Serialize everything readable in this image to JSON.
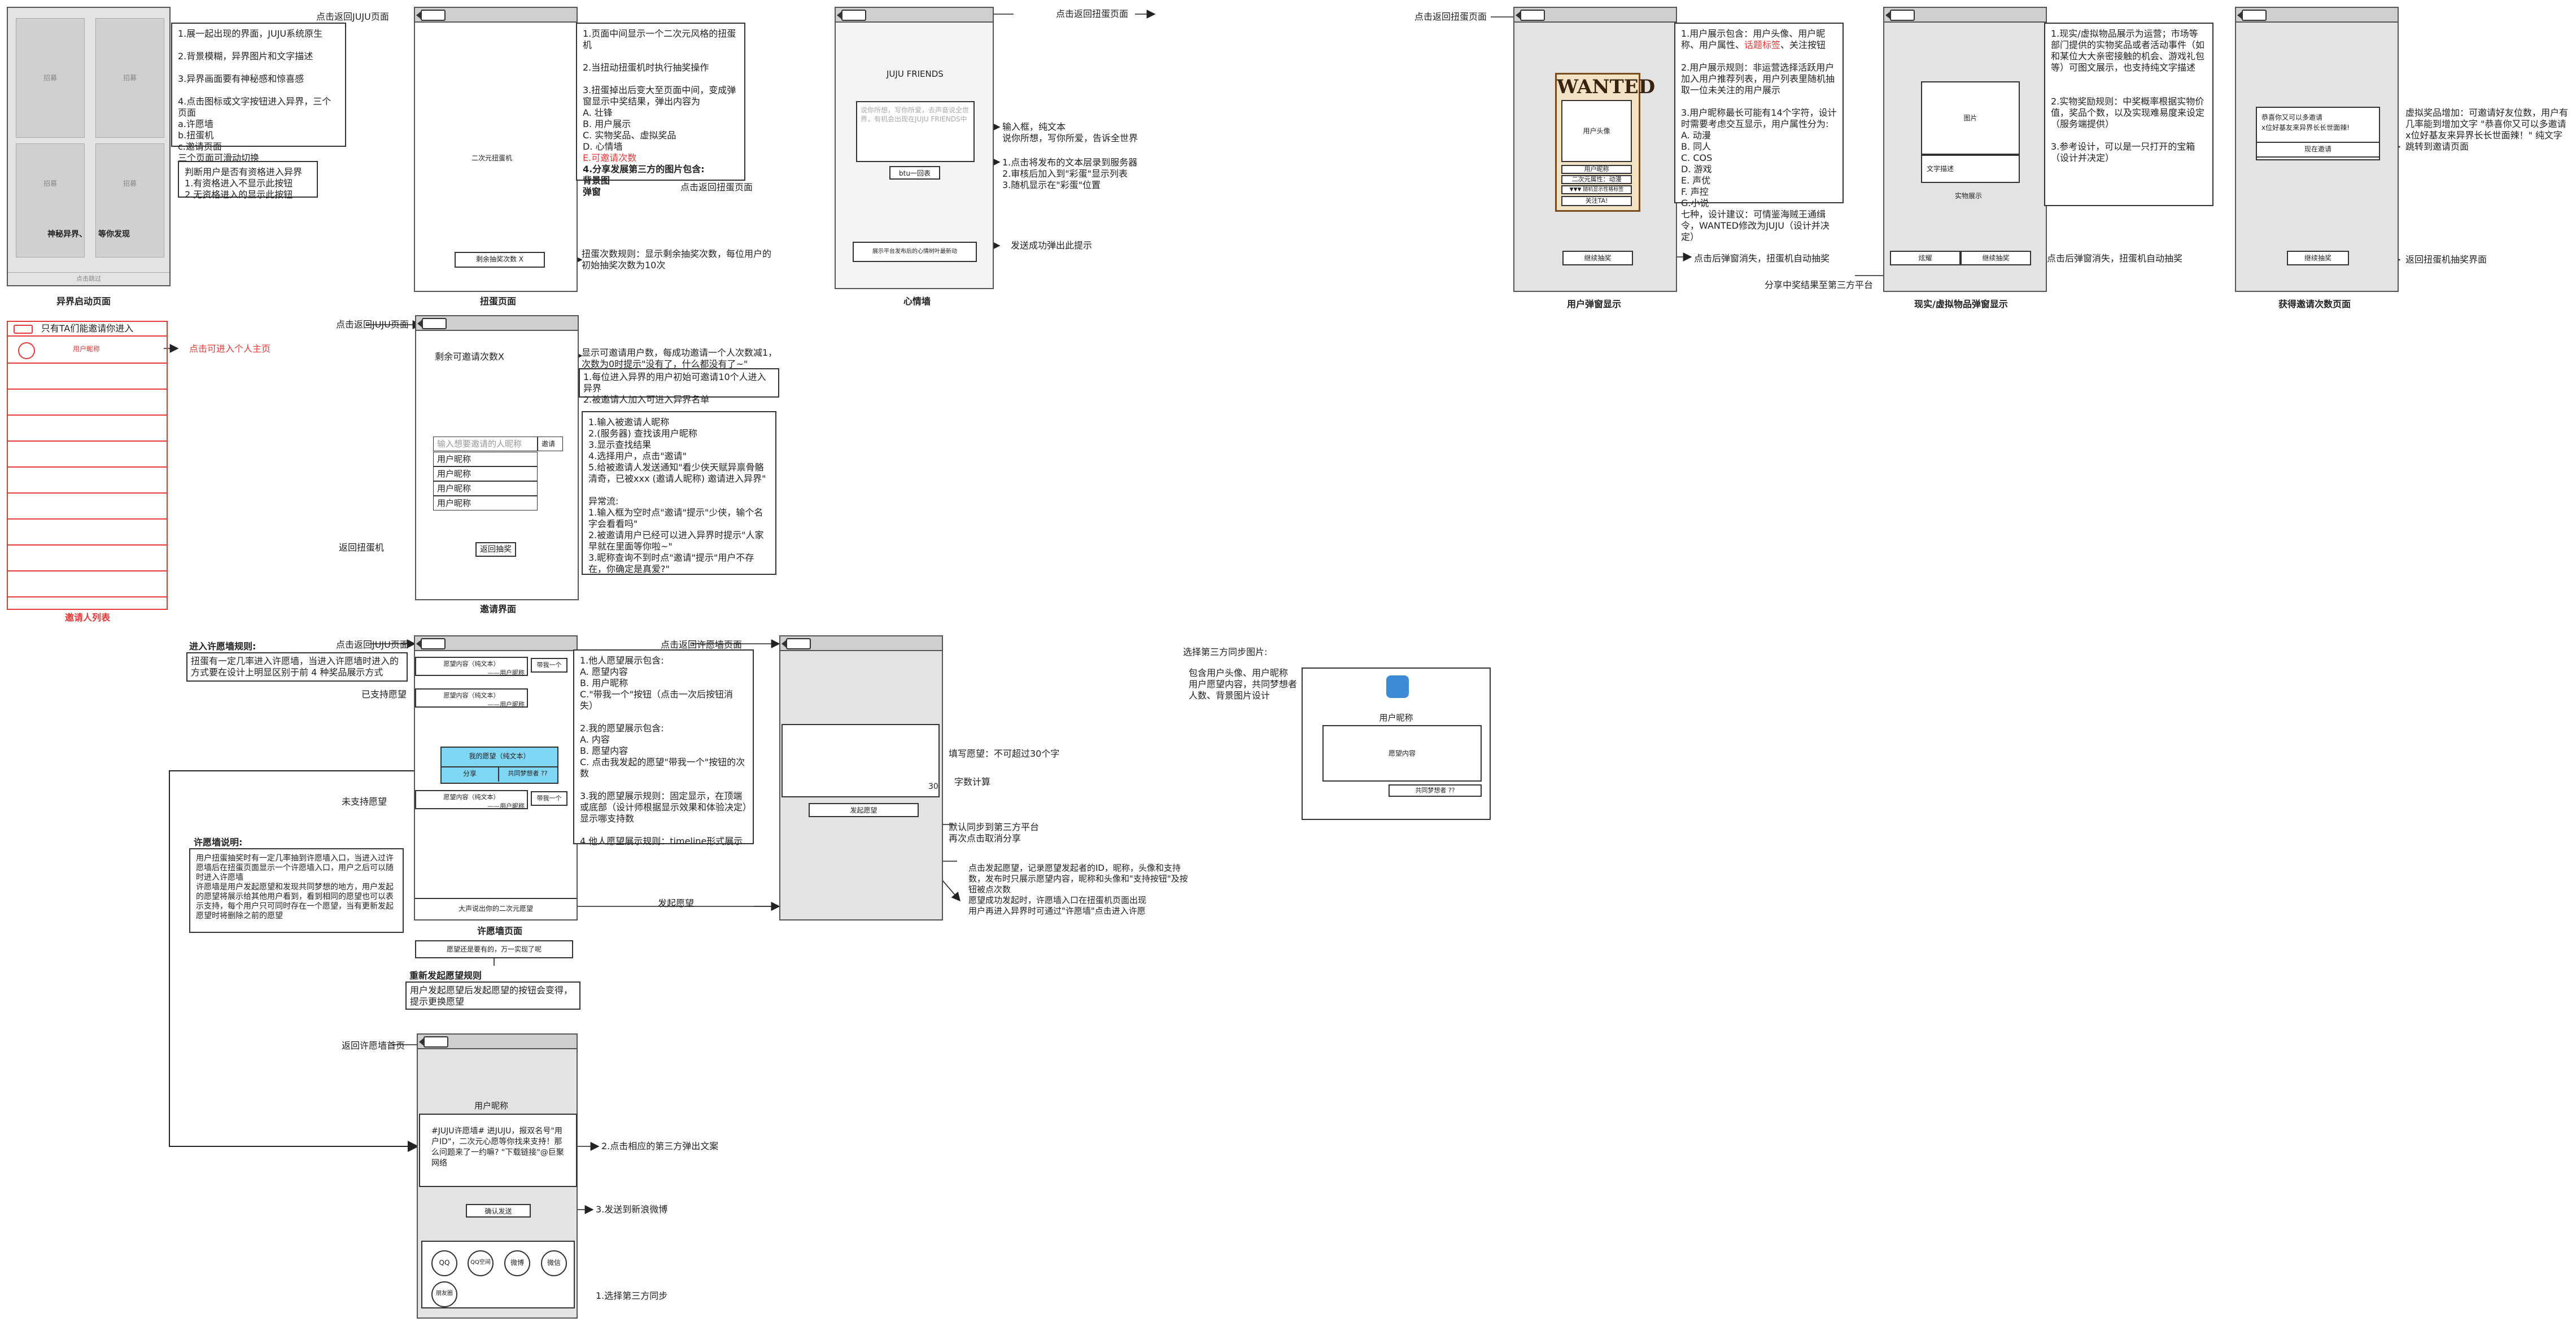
{
  "startup": {
    "tiles": [
      "招募",
      "招募",
      "招募",
      "招募"
    ],
    "tile_bottom_labels": [
      "神秘异界、",
      "等你发现"
    ],
    "footer": "点击跳过",
    "caption": "异界启动页面",
    "note1": "1.展一起出现的界面，JUJU系统原生\n\n2.背景模糊，异界图片和文字描述\n\n3.异界画面要有神秘感和惊喜感\n\n4.点击图标或文字按钮进入异界，三个页面\n  a.许愿墙\n  b.扭蛋机\n  c.邀请页面\n三个页面可滑动切换",
    "note2": "判断用户是否有资格进入异界\n1.有资格进入不显示此按钮\n2.无资格进入的显示此按钮",
    "back_label": "点击返回JUJU页面"
  },
  "gacha": {
    "caption": "扭蛋页面",
    "center_label": "二次元扭蛋机",
    "count_btn": "剩余抽奖次数 X",
    "back_top": "点击返回JUJU页面",
    "back_bottom": "点击返回扭蛋页面",
    "note1_a": "1.页面中间显示一个二次元风格的扭蛋机\n\n2.当扭动扭蛋机时执行抽奖操作\n\n3.扭蛋掉出后变大至页面中间，变成弹窗显示中奖结果，弹出内容为\nA. 壮锋\nB. 用户展示\nC. 实物奖品、虚拟奖品\nD. 心情墙",
    "note1_red": "E.可邀请次数",
    "note1_b": "4.分享发展第三方的图片包含:\n背景图\n弹窗",
    "note_count": "扭蛋次数规则：显示剩余抽奖次数，每位用户的\n初始抽奖次数为10次"
  },
  "mood": {
    "caption": "心情墙",
    "back": "点击返回扭蛋页面",
    "title": "JUJU FRIENDS",
    "input_placeholder": "说你所想，写你所爱，去声音说全世界，有机会出现在JUJU FRIENDS中",
    "btn_send": "btu一回表",
    "bottom": "展示平台发布后的心情树叶最新动",
    "note_input": "输入框，纯文本\n说你所想，写你所爱，告诉全世界",
    "note_rules": "1.点击将发布的文本层录到服务器\n2.审核后加入到\"彩蛋\"显示列表\n3.随机显示在\"彩蛋\"位置",
    "note_send": "发送成功弹出此提示"
  },
  "invite_list": {
    "caption": "邀请人列表",
    "header": "只有TA们能邀请你进入",
    "user": "用户昵称",
    "note": "点击可进入个人主页"
  },
  "invite": {
    "caption": "邀请界面",
    "back": "点击返回JUJU页面",
    "remaining": "剩余可邀请次数X",
    "input_placeholder": "输入想要邀请的人昵称",
    "input_btn": "邀请",
    "rows": [
      "用户昵称",
      "用户昵称",
      "用户昵称",
      "用户昵称"
    ],
    "return_btn": "返回抽奖",
    "return_note": "返回扭蛋机",
    "note1": "显示可邀请用户数，每成功邀请一个人次数减1，\n次数为0时提示\"没有了，什么都没有了~\"",
    "note2": "1.每位进入异界的用户初始可邀请10个人进入异界\n2.被邀请人加入可进入异界名单",
    "note3": "1.输入被邀请人昵称\n2.(服务器) 查找该用户昵称\n3.显示查找结果\n4.选择用户，点击\"邀请\"\n5.给被邀请人发送通知\"看少侠天赋异禀骨骼清奇，已被xxx (邀请人昵称) 邀请进入异界\"\n\n异常流:\n1.输入框为空时点\"邀请\"提示\"少侠，输个名字会看看吗\"\n2.被邀请用户已经可以进入异界时提示\"人家早就在里面等你啦~\"\n3.昵称查询不到时点\"邀请\"提示\"用户不存在，你确定是真爱?\""
  },
  "user_popup": {
    "caption": "用户弹窗显示",
    "back": "点击返回扭蛋页面",
    "wanted": "WANTED",
    "avatar": "用户头像",
    "name": "用户昵称",
    "attr": "二次元属性：动漫",
    "tag": "▼▼▼ 随机显示性格标签",
    "follow": "关注TA!",
    "continue": "继续抽奖",
    "note": "1.用户展示包含：用户头像、用户昵称、用户属性、",
    "note_red": "话题标签",
    "note_tail": "、关注按钮\n\n2.用户展示规则：非运营选择活跃用户加入用户推荐列表，用户列表里随机抽取一位未关注的用户展示\n\n3.用户昵称最长可能有14个字符，设计时需要考虑交互显示，用户属性分为:\nA. 动漫\nB. 同人\nC. COS\nD. 游戏\nE. 声优\nF. 声控\nG.小说\n七种，设计建议：可情鉴海贼王通缉令，WANTED修改为JUJU（设计并决定）",
    "continue_note": "点击后弹窗消失，扭蛋机自动抽奖",
    "share_note": "分享中奖结果至第三方平台"
  },
  "prize_popup": {
    "caption": "现实/虚拟物品弹窗显示",
    "image": "图片",
    "desc": "文字描述",
    "display": "实物展示",
    "btn_left": "炫耀",
    "btn_right": "继续抽奖",
    "note": "1.现实/虚拟物品展示为运营；市场等部门提供的实物奖品或者活动事件（如和某位大大亲密接触的机会、游戏礼包等）可图文展示，也支持纯文字描述\n\n\n2.实物奖励规则：中奖概率根据实物价值，奖品个数，以及实现难易度来设定（服务端提供）\n\n3.参考设计，可以是一只打开的宝箱（设计并决定）",
    "continue_note": "点击后弹窗消失，扭蛋机自动抽奖"
  },
  "invite_count": {
    "caption": "获得邀请次数页面",
    "msg": "恭喜你又可以多邀请\nx位好基友来异界长长世面辣!",
    "invite_btn": "现在邀请",
    "continue_btn": "继续抽奖",
    "note1": "虚拟奖品增加：可邀请好友位数，用户有几率能到增加文字 \"恭喜你又可以多邀请x位好基友来异界长长世面辣！\" 纯文字",
    "note2": "跳转到邀请页面",
    "note3": "返回扭蛋机抽奖界面"
  },
  "wish": {
    "caption": "许愿墙页面",
    "back": "点击返回JUJU页面",
    "rule_title": "进入许愿墙规则:",
    "rule_text": "扭蛋有一定几率进入许愿墙，当进入许愿墙时进入的方式要在设计上明显区别于前 4 种奖品展示方式",
    "card_text": "愿望内容（纯文本）",
    "card_user": "——用户昵称",
    "card_btn": "带我一个",
    "supported": "已支持愿望",
    "unsupported": "未支持愿望",
    "mine_text": "我的愿望（纯文本）",
    "mine_share": "分享",
    "mine_count": "共同梦想者 ??",
    "bottom": "大声说出你的二次元愿望",
    "note": "1.他人愿望展示包含:\nA. 愿望内容\nB. 用户昵称\nC.\"带我一个\"按钮（点击一次后按钮消失）\n\n2.我的愿望展示包含:\nA. 内容\nB. 愿望内容\nC. 点击我发起的愿望\"带我一个\"按钮的次数\n\n3.我的愿望展示规则：固定显示，在顶端或底部（设计师根据显示效果和体验决定）显示哪支持数\n\n4.他人愿望展示规则：timeline形式展示",
    "explain_title": "许愿墙说明:",
    "explain": "    用户扭蛋抽奖时有一定几率抽到许愿墙入口，当进入过许愿墙后在扭蛋页面显示一个许愿墙入口，用户之后可以随时进入许愿墙\n    许愿墙是用户发起愿望和发现共同梦想的地方，用户发起的愿望将展示给其他用户看到，看到相同的愿望也可以表示支持，每个用户只可同时存在一个愿望，当有更新发起愿望时将删除之前的愿望",
    "reset_title": "重新发起愿望规则",
    "reset_text": "用户发起愿望后发起愿望的按钮会变得，提示更换愿望",
    "reset_btn": "愿望还是要有的，万一实现了呢",
    "back_right": "点击返回许愿墙页面",
    "launch": "发起愿望"
  },
  "wish_edit": {
    "btn": "发起愿望",
    "char_count": "30",
    "note_input": "填写愿望：不可超过30个字",
    "note_count": "字数计算",
    "note_sync": "默认同步到第三方平台\n    再次点击取消分享",
    "note_flow": "点击发起愿望，记录愿望发起者的ID，昵称，头像和支持数，发布时只展示愿望内容，昵称和头像和\"支持按钮\"及按钮被点次数\n愿望成功发起时，许愿墙入口在扭蛋机页面出现\n用户再进入异界时可通过\"许愿墙\"点击进入许愿"
  },
  "share": {
    "back": "返回许愿墙首页",
    "name": "用户昵称",
    "text": "#JUJU许愿墙# 进JUJU，报双名号\"用户ID\"，二次元心愿等你找来支持！那么问题来了一约嘛? \"下载链接\"@巨聚网络",
    "confirm": "确认发送",
    "icons": [
      "QQ",
      "QQ空间",
      "微博",
      "微信",
      "朋友圈"
    ],
    "note2": "2.点击相应的第三方弹出文案",
    "note3": "3.发送到新浪微博",
    "note1": "1.选择第三方同步"
  },
  "third_party": {
    "title": "选择第三方同步图片:",
    "desc": "包含用户头像、用户昵称\n用户愿望内容，共同梦想者\n人数、背景图片设计",
    "name": "用户昵称",
    "content": "愿望内容",
    "count": "共同梦想者 ??"
  },
  "colors": {
    "accent": "#7fd6f5",
    "highlight_red": "#e53935"
  }
}
